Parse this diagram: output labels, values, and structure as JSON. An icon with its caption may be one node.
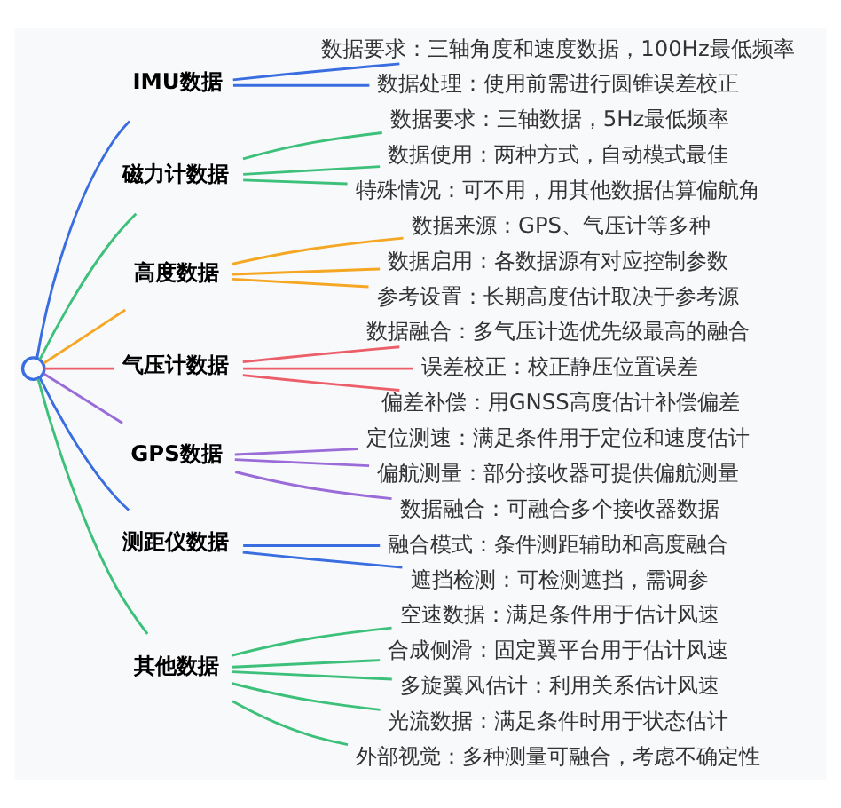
{
  "diagram": {
    "nodes": [
      {
        "text": [],
        "shape": "circle"
      },
      {
        "text": [
          "IMU数据"
        ]
      },
      {
        "text": [
          "数据要求：三轴角度和速度数据，100Hz最低频率"
        ]
      },
      {
        "text": [
          "数据处理：使用前需进行圆锥误差校正"
        ]
      },
      {
        "text": [
          "磁力计数据"
        ]
      },
      {
        "text": [
          "数据要求：三轴数据，5Hz最低频率"
        ]
      },
      {
        "text": [
          "数据使用：两种方式，自动模式最佳"
        ]
      },
      {
        "text": [
          "特殊情况：可不用，用其他数据估算偏航角"
        ]
      },
      {
        "text": [
          "高度数据"
        ]
      },
      {
        "text": [
          "数据来源：GPS、气压计等多种"
        ]
      },
      {
        "text": [
          "数据启用：各数据源有对应控制参数"
        ]
      },
      {
        "text": [
          "参考设置：长期高度估计取决于参考源"
        ]
      },
      {
        "text": [
          "气压计数据"
        ]
      },
      {
        "text": [
          "数据融合：多气压计选优先级最高的融合"
        ]
      },
      {
        "text": [
          "误差校正：校正静压位置误差"
        ]
      },
      {
        "text": [
          "偏差补偿：用GNSS高度估计补偿偏差"
        ]
      },
      {
        "text": [
          "GPS数据"
        ]
      },
      {
        "text": [
          "定位测速：满足条件用于定位和速度估计"
        ]
      },
      {
        "text": [
          "偏航测量：部分接收器可提供偏航测量"
        ]
      },
      {
        "text": [
          "数据融合：可融合多个接收器数据"
        ]
      },
      {
        "text": [
          "测距仪数据"
        ]
      },
      {
        "text": [
          "融合模式：条件测距辅助和高度融合"
        ]
      },
      {
        "text": [
          "遮挡检测：可检测遮挡，需调参"
        ]
      },
      {
        "text": [
          "其他数据"
        ]
      },
      {
        "text": [
          "空速数据：满足条件用于估计风速"
        ]
      },
      {
        "text": [
          "合成侧滑：固定翼平台用于估计风速"
        ]
      },
      {
        "text": [
          "多旋翼风估计：利用关系估计风速"
        ]
      },
      {
        "text": [
          "光流数据：满足条件时用于状态估计"
        ]
      },
      {
        "text": [
          "外部视觉：多种测量可融合，考虑不确定性"
        ]
      }
    ],
    "edges": [
      {
        "from": 0,
        "to": 1,
        "arrow": "none",
        "color": "#3a6ee0"
      },
      {
        "from": 1,
        "to": 2,
        "arrow": "none",
        "color": "#3a6ee0"
      },
      {
        "from": 1,
        "to": 3,
        "arrow": "none",
        "color": "#3a6ee0"
      },
      {
        "from": 0,
        "to": 4,
        "arrow": "none",
        "color": "#3cc07a"
      },
      {
        "from": 4,
        "to": 5,
        "arrow": "none",
        "color": "#3cc07a"
      },
      {
        "from": 4,
        "to": 6,
        "arrow": "none",
        "color": "#3cc07a"
      },
      {
        "from": 4,
        "to": 7,
        "arrow": "none",
        "color": "#3cc07a"
      },
      {
        "from": 0,
        "to": 8,
        "arrow": "none",
        "color": "#f5a623"
      },
      {
        "from": 8,
        "to": 9,
        "arrow": "none",
        "color": "#f5a623"
      },
      {
        "from": 8,
        "to": 10,
        "arrow": "none",
        "color": "#f5a623"
      },
      {
        "from": 8,
        "to": 11,
        "arrow": "none",
        "color": "#f5a623"
      },
      {
        "from": 0,
        "to": 12,
        "arrow": "none",
        "color": "#ec5f6a"
      },
      {
        "from": 12,
        "to": 13,
        "arrow": "none",
        "color": "#ec5f6a"
      },
      {
        "from": 12,
        "to": 14,
        "arrow": "none",
        "color": "#ec5f6a"
      },
      {
        "from": 12,
        "to": 15,
        "arrow": "none",
        "color": "#ec5f6a"
      },
      {
        "from": 0,
        "to": 16,
        "arrow": "none",
        "color": "#9a6cd8"
      },
      {
        "from": 16,
        "to": 17,
        "arrow": "none",
        "color": "#9a6cd8"
      },
      {
        "from": 16,
        "to": 18,
        "arrow": "none",
        "color": "#9a6cd8"
      },
      {
        "from": 16,
        "to": 19,
        "arrow": "none",
        "color": "#9a6cd8"
      },
      {
        "from": 0,
        "to": 20,
        "arrow": "none",
        "color": "#3a6ee0"
      },
      {
        "from": 20,
        "to": 21,
        "arrow": "none",
        "color": "#3a6ee0"
      },
      {
        "from": 20,
        "to": 22,
        "arrow": "none",
        "color": "#3a6ee0"
      },
      {
        "from": 0,
        "to": 23,
        "arrow": "none",
        "color": "#3cc07a"
      },
      {
        "from": 23,
        "to": 24,
        "arrow": "none",
        "color": "#3cc07a"
      },
      {
        "from": 23,
        "to": 25,
        "arrow": "none",
        "color": "#3cc07a"
      },
      {
        "from": 23,
        "to": 26,
        "arrow": "none",
        "color": "#3cc07a"
      },
      {
        "from": 23,
        "to": 27,
        "arrow": "none",
        "color": "#3cc07a"
      },
      {
        "from": 23,
        "to": 28,
        "arrow": "none",
        "color": "#3cc07a"
      }
    ]
  }
}
